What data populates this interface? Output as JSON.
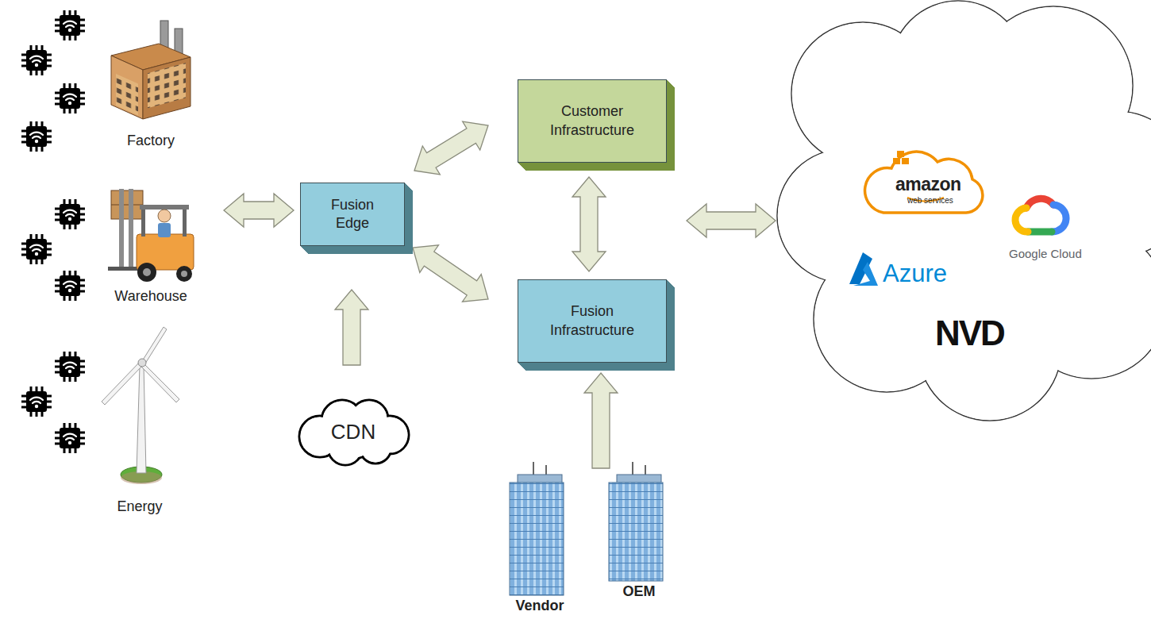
{
  "diagram": {
    "nodes": [
      {
        "text": [
          "Fusion Edge"
        ]
      },
      {
        "text": [
          "CDN"
        ]
      },
      {
        "text": [
          "Customer Infrastructure"
        ]
      },
      {
        "text": [
          "Fusion Infrastructure"
        ]
      },
      {
        "text": [
          "amazon",
          "web services",
          "Google Cloud",
          "Azure",
          "NVD"
        ]
      }
    ],
    "edges": [
      {
        "from": 1,
        "to": 0,
        "arrow": "to"
      },
      {
        "from": 0,
        "to": 2,
        "arrow": "both"
      },
      {
        "from": 0,
        "to": 3,
        "arrow": "both"
      },
      {
        "from": 2,
        "to": 3,
        "arrow": "both"
      },
      {
        "from": 2,
        "to": 4,
        "arrow": "both"
      }
    ],
    "labels": [
      "Factory",
      "Warehouse",
      "Energy",
      "Vendor",
      "OEM"
    ]
  }
}
